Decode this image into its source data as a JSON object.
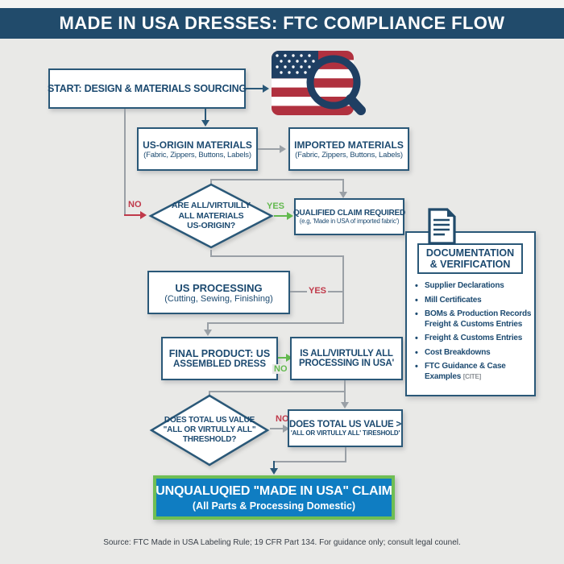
{
  "title": "MADE IN USA DRESSES:  FTC COMPLIANCE FLOW",
  "flow": {
    "start": "START: DESIGN & MATERIALS SOURCING",
    "us_origin": {
      "title": "US-ORIGIN MATERIALS",
      "subtitle": "(Fabric, Zippers, Buttons, Labels)"
    },
    "imported": {
      "title": "IMPORTED MATERIALS",
      "subtitle": "(Fabric, Zippers, Buttons, Labels)"
    },
    "materials_decision": {
      "line1": "ARE ALL/VIRTUILLY",
      "line2": "ALL MATERIALS",
      "line3": "US-ORIGIN?"
    },
    "qualified_claim": {
      "title": "QUALIFIED CLAIM REQUIRED",
      "subtitle": "(e.g, 'Made in USA of imported fabric')"
    },
    "us_processing": {
      "title": "US PROCESSING",
      "subtitle": "(Cutting, Sewing, Finishing)"
    },
    "final_product": {
      "line1": "FINAL PRODUCT: US",
      "line2": "ASSEMBLED DRESS"
    },
    "processing_check": {
      "line1": "IS ALL/VIRTULLY ALL",
      "line2": "PROCESSING IN USA'"
    },
    "value_decision": {
      "line1": "DOES TOTAL US VALUE",
      "line2": "\"ALL OR VIRTULLY ALL\"",
      "line3": "THRESHOLD?"
    },
    "value_check": {
      "line1": "DOES TOTAL US VALUE >",
      "line2": "'ALL OR VIRTULLY ALL' TíRESHOLD'"
    },
    "claim": {
      "line1": "UNQUALUQIED \"MADE IN USA\" CLAIM",
      "line2": "(All Parts & Processing Domestic)"
    },
    "labels": {
      "no1": "NO",
      "yes1": "YES",
      "yes2": "YES",
      "no2": "NO",
      "no3": "NO"
    }
  },
  "documentation": {
    "title_line1": "DOCUMENTATION",
    "title_line2": "& VERIFICATION",
    "items": [
      {
        "text": "Supplier Declarations"
      },
      {
        "text": "Mill Certificates"
      },
      {
        "text": "BOMs & Production Records",
        "text2": "Freight & Customs Entries"
      },
      {
        "text": "Freight & Customs Entries"
      },
      {
        "text": "Cost Breakdowns"
      },
      {
        "text": "FTC Guidance & Case Examples",
        "cite": "[CITE]"
      }
    ],
    "bullet": "•"
  },
  "source": "Source: FTC Made in USA Labeling Rule; 19 CFR Part 134. For guidance only; consult legal counel.",
  "icons": {
    "flag": "usa-flag-magnifier-icon",
    "document": "document-icon"
  },
  "colors": {
    "navy": "#214b6b",
    "box_border": "#2a5878",
    "text_navy": "#1c4a70",
    "red": "#c0394a",
    "green": "#62b94e",
    "claim_blue": "#0f7dc2",
    "claim_green_border": "#6fbe54",
    "background": "#e9e9e7",
    "flag_red": "#b0313f",
    "flag_navy": "#1f3f63",
    "line_gray": "#9aa0a6"
  }
}
